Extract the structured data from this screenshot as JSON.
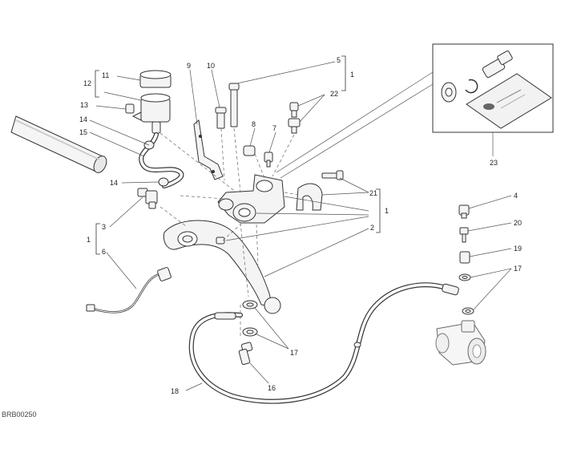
{
  "drawing_code": "BRB00250",
  "callouts": {
    "c1a": "1",
    "c1b": "1",
    "c1c": "1",
    "c2": "2",
    "c3": "3",
    "c4": "4",
    "c5": "5",
    "c6": "6",
    "c7": "7",
    "c8": "8",
    "c9": "9",
    "c10": "10",
    "c11": "11",
    "c12": "12",
    "c13": "13",
    "c14a": "14",
    "c14b": "14",
    "c15": "15",
    "c16": "16",
    "c17a": "17",
    "c17b": "17",
    "c18": "18",
    "c19": "19",
    "c20": "20",
    "c21": "21",
    "c22": "22",
    "c23": "23"
  }
}
